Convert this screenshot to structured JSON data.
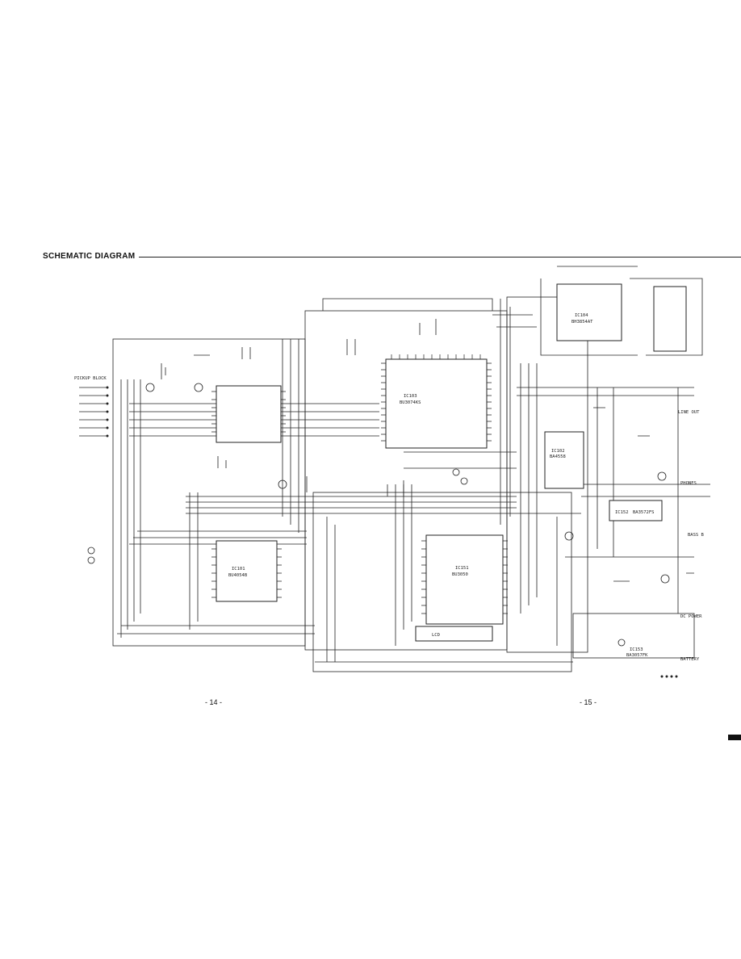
{
  "header": {
    "title": "SCHEMATIC DIAGRAM"
  },
  "pages": {
    "left": "- 14 -",
    "right": "- 15 -"
  },
  "ics": {
    "ic101": {
      "ref": "IC101",
      "part": "BU4054B"
    },
    "ic103": {
      "ref": "IC103",
      "part": "BU3074KS"
    },
    "ic104": {
      "ref": "IC104",
      "part": "BH3854AT"
    },
    "ic151": {
      "ref": "IC151",
      "part": "BU3050"
    },
    "ic152": {
      "ref": "IC152",
      "part": "BA3572FS"
    },
    "ic153": {
      "ref": "IC153",
      "part": "BA3057FK"
    },
    "ic102": {
      "ref": "IC102",
      "part": "BA4558"
    }
  },
  "labels": {
    "pickup": "PICKUP BLOCK",
    "line_out": "LINE OUT",
    "phones": "PHONES",
    "bass": "BASS B",
    "dc_power": "DC POWER",
    "battery": "BATTERY",
    "lcd": "LCD"
  }
}
